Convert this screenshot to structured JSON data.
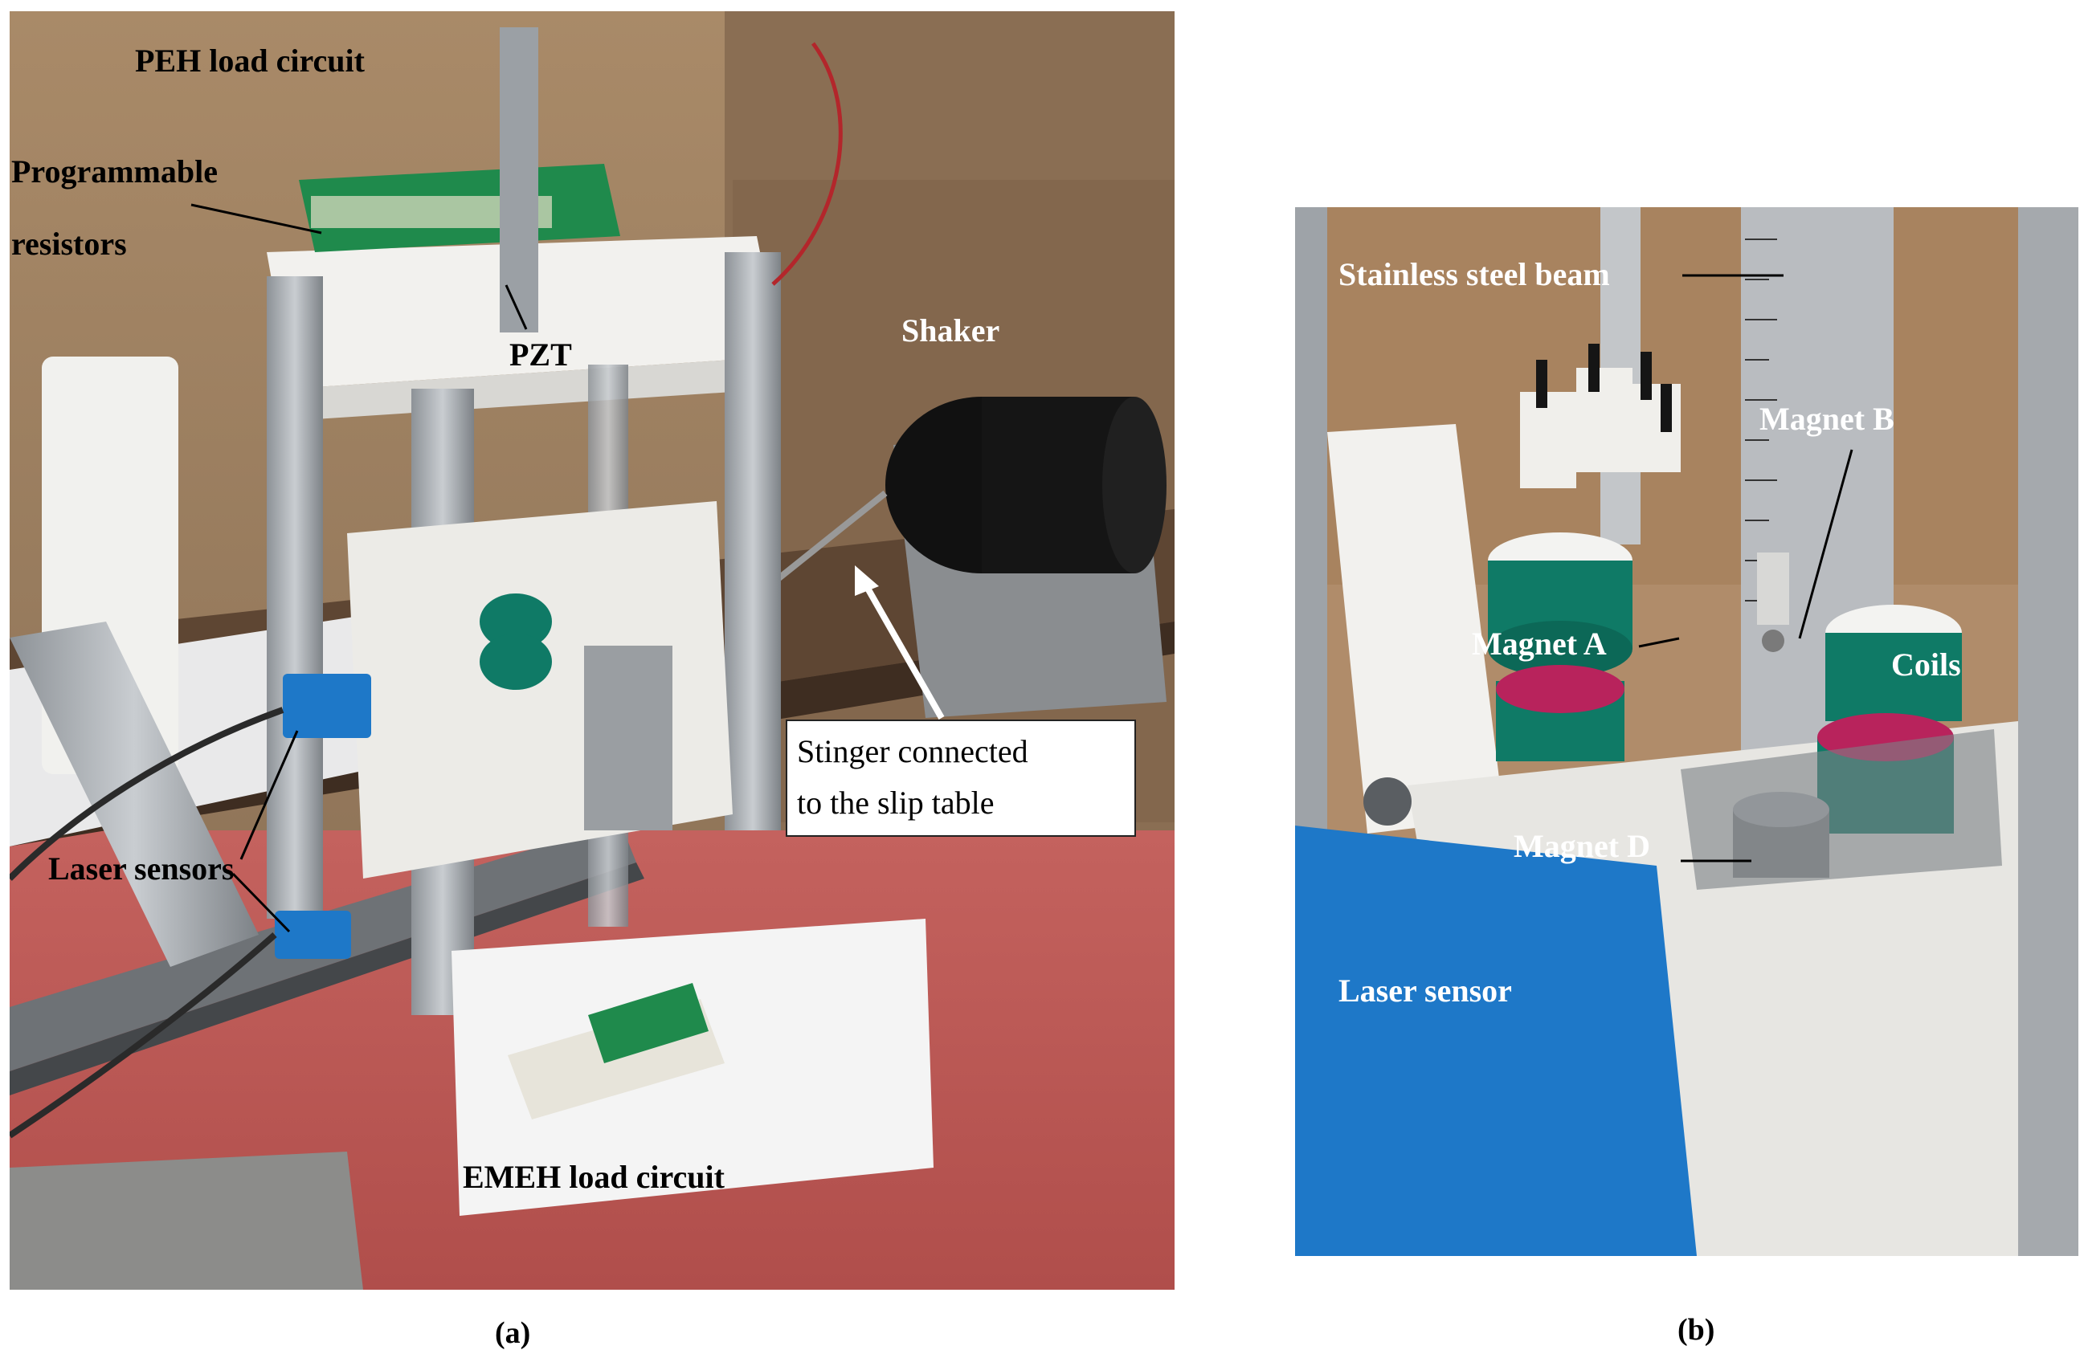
{
  "panel_a": {
    "caption": "(a)",
    "labels": {
      "peh_load_circuit": "PEH load circuit",
      "programmable_1": "Programmable",
      "programmable_2": "resistors",
      "pzt": "PZT",
      "shaker": "Shaker",
      "stinger_1": "Stinger connected",
      "stinger_2": "to the slip table",
      "laser_sensors": "Laser sensors",
      "emeh_load_circuit": "EMEH load circuit"
    }
  },
  "panel_b": {
    "caption": "(b)",
    "labels": {
      "stainless_steel_beam": "Stainless steel beam",
      "magnet_a": "Magnet A",
      "magnet_b": "Magnet B",
      "magnet_d": "Magnet D",
      "coils": "Coils",
      "laser_sensor": "Laser sensor"
    }
  },
  "colors": {
    "wall": "#b0906c",
    "floor": "#b95a57",
    "aluminum": "#a8acb0",
    "white_part": "#f2f1ee",
    "laser_blue": "#1e78c8",
    "coil_green": "#0f7a66",
    "pcb_green": "#1f8a4c"
  }
}
